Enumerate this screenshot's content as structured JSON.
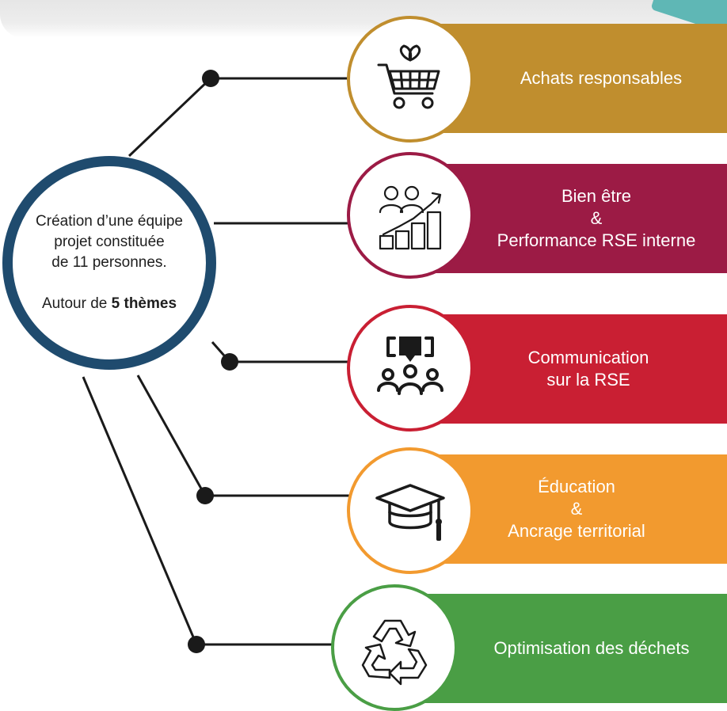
{
  "center": {
    "line1": "Création d’une équipe",
    "line2": "projet constituée",
    "line3": "de 11 personnes.",
    "line4_prefix": "Autour de ",
    "line4_bold": "5 thèmes"
  },
  "themes": [
    {
      "lines": [
        "Achats responsables"
      ],
      "color": "#c08e2e",
      "icon": "shopping-cart-leaf-icon"
    },
    {
      "lines": [
        "Bien être",
        "&",
        "Performance RSE interne"
      ],
      "color": "#9c1b45",
      "icon": "team-growth-chart-icon"
    },
    {
      "lines": [
        "Communication",
        "sur la RSE"
      ],
      "color": "#c91f33",
      "icon": "group-speech-icon"
    },
    {
      "lines": [
        "Éducation",
        "&",
        "Ancrage territorial"
      ],
      "color": "#f29a2f",
      "icon": "graduation-cap-icon"
    },
    {
      "lines": [
        "Optimisation des déchets"
      ],
      "color": "#4a9e45",
      "icon": "recycle-icon"
    }
  ]
}
